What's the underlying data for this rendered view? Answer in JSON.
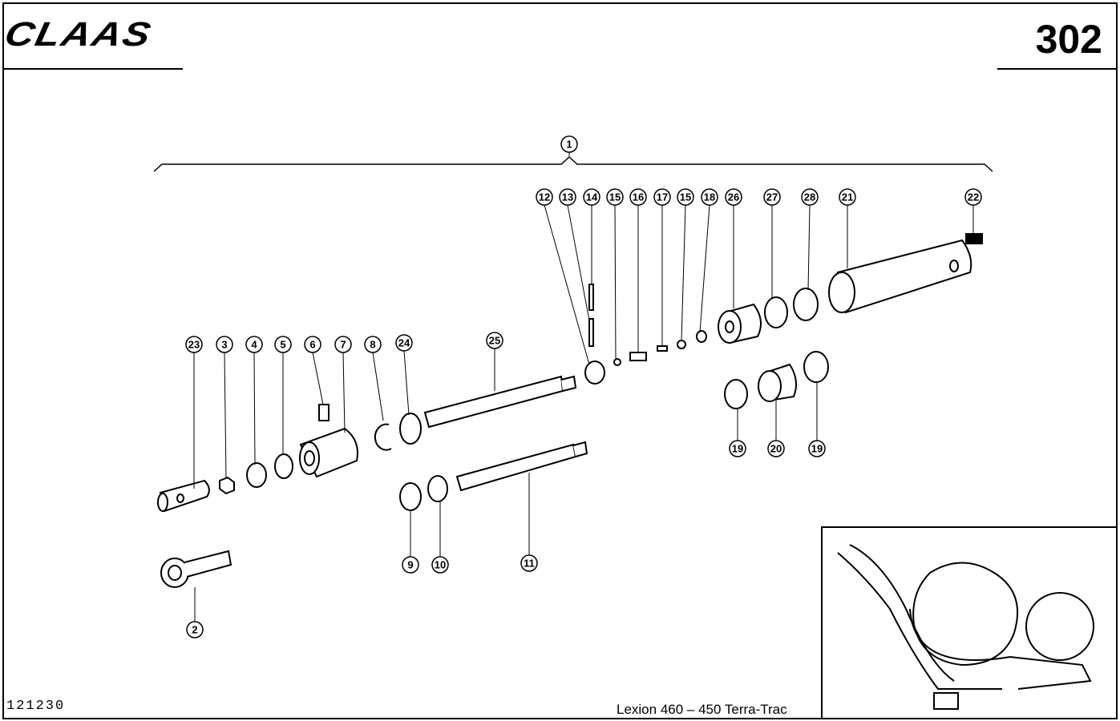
{
  "header": {
    "logo": "CLAAS",
    "page_number": "302"
  },
  "footer": {
    "drawing_code": "121230",
    "model": "Lexion 460 – 450 Terra-Trac"
  },
  "callouts": [
    "1",
    "12",
    "13",
    "14",
    "15",
    "16",
    "17",
    "15",
    "18",
    "26",
    "27",
    "28",
    "21",
    "22",
    "23",
    "3",
    "4",
    "5",
    "6",
    "7",
    "8",
    "24",
    "25",
    "19",
    "20",
    "19",
    "9",
    "10",
    "11",
    "2"
  ]
}
